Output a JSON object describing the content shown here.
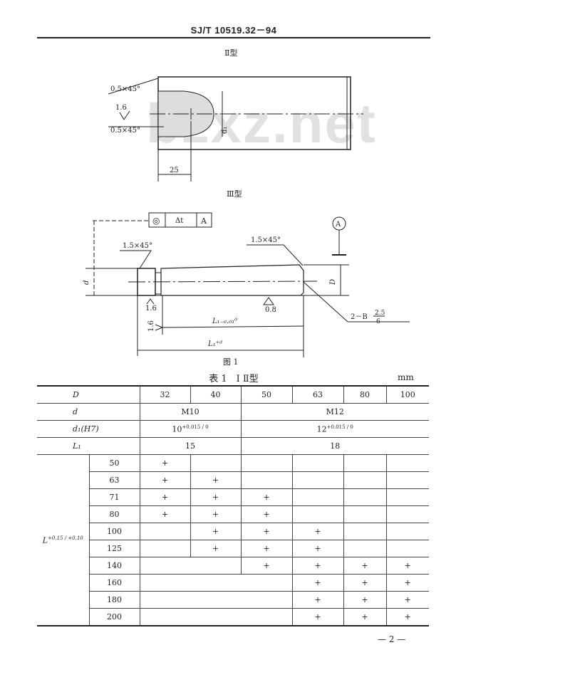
{
  "header": {
    "standard_no": "SJ/T 10519.32－94"
  },
  "fig2": {
    "title": "Ⅱ型",
    "chamfer_top": "0.5×45°",
    "roughness": "1.6",
    "chamfer_bottom": "0.5×45°",
    "d1": "d₁",
    "dim_25": "25"
  },
  "fig3": {
    "title": "Ⅲ型",
    "tol_symbol": "◎",
    "tol_value": "Δt",
    "tol_datum": "A",
    "datum": "A",
    "chamfer_left": "1.5×45°",
    "chamfer_right": "1.5×45°",
    "d": "d",
    "D": "D",
    "r_left": "1.6",
    "r_mid": "0.8",
    "r_end": "1.6",
    "center_hole": "2－B",
    "center_num": "2.5",
    "center_den": "6",
    "L1_tol": "L₁₋₀.₀₁⁰",
    "L1_total": "L₁⁺ᵈ",
    "caption": "图 1"
  },
  "watermark": "bzxz.net",
  "table": {
    "caption": "表 1　Ⅰ Ⅱ型",
    "unit": "mm",
    "D_label": "D",
    "D_values": [
      "32",
      "40",
      "50",
      "63",
      "80",
      "100"
    ],
    "d_label": "d",
    "d_values": [
      "M10",
      "M12"
    ],
    "d1_label": "d₁(H7)",
    "d1_base": [
      "10",
      "12"
    ],
    "d1_tol": "+0.015 / 0",
    "L1_label": "L₁",
    "L1_values": [
      "15",
      "18"
    ],
    "L_label": "L",
    "L_tol": "+0.15 / +0.10",
    "rows": [
      {
        "L": "50",
        "marks": [
          "+",
          "",
          "",
          "",
          "",
          ""
        ]
      },
      {
        "L": "63",
        "marks": [
          "+",
          "+",
          "",
          "",
          "",
          ""
        ]
      },
      {
        "L": "71",
        "marks": [
          "+",
          "+",
          "+",
          "",
          "",
          ""
        ]
      },
      {
        "L": "80",
        "marks": [
          "+",
          "+",
          "+",
          "",
          "",
          ""
        ]
      },
      {
        "L": "100",
        "marks": [
          "",
          "+",
          "+",
          "+",
          "",
          ""
        ]
      },
      {
        "L": "125",
        "marks": [
          "",
          "+",
          "+",
          "+",
          "",
          ""
        ]
      },
      {
        "L": "140",
        "marks": [
          "",
          "",
          "+",
          "+",
          "+",
          "+"
        ]
      },
      {
        "L": "160",
        "marks": [
          "",
          "",
          "",
          "+",
          "+",
          "+"
        ]
      },
      {
        "L": "180",
        "marks": [
          "",
          "",
          "",
          "+",
          "+",
          "+"
        ]
      },
      {
        "L": "200",
        "marks": [
          "",
          "",
          "",
          "+",
          "+",
          "+"
        ]
      }
    ]
  },
  "footer": {
    "page": "— 2 —"
  }
}
